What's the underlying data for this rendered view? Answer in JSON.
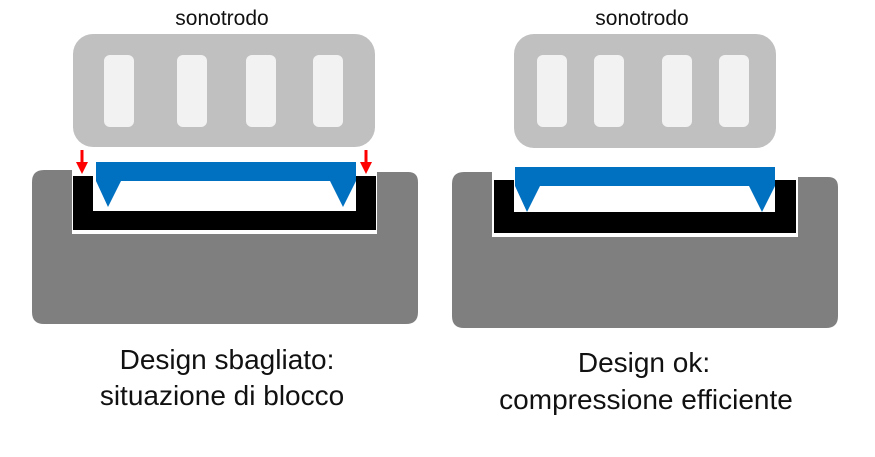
{
  "panels": [
    {
      "sonotrode_label": "sonotrodo",
      "caption_line1": "Design sbagliato:",
      "caption_line2": "situazione di blocco"
    },
    {
      "sonotrode_label": "sonotrodo",
      "caption_line1": "Design ok:",
      "caption_line2": "compressione efficiente"
    }
  ],
  "colors": {
    "sonotrode": "#c0c0c0",
    "sonotrode_slot": "#f2f2f2",
    "fixture": "#7f7f7f",
    "part_bottom": "#000000",
    "part_top": "#0070c0",
    "arrow": "#ff0000"
  }
}
